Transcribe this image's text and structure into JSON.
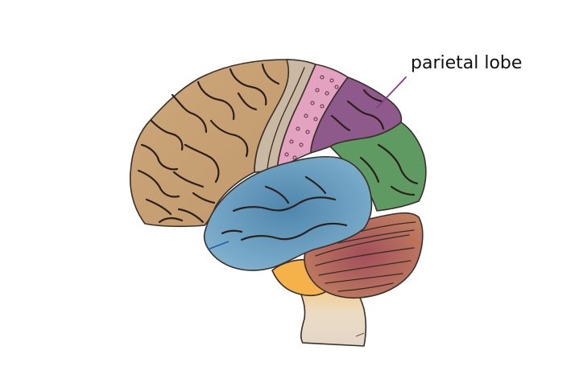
{
  "annotation": {
    "text": "parietal lobe",
    "leader_color": "#8a3a8a"
  },
  "regions": [
    {
      "name": "frontal-lobe",
      "color": "#c9a273"
    },
    {
      "name": "motor-cortex",
      "color": "#c8b8a4"
    },
    {
      "name": "somatosensory-cortex",
      "color": "#e3a3c0"
    },
    {
      "name": "parietal-lobe",
      "color": "#8e5a8c"
    },
    {
      "name": "occipital-lobe",
      "color": "#5f9a63"
    },
    {
      "name": "temporal-lobe",
      "color": "#6f9fbf"
    },
    {
      "name": "cerebellum",
      "color": "#b56a5e"
    },
    {
      "name": "pons",
      "color": "#f5b14a"
    },
    {
      "name": "medulla",
      "color": "#e8dccb"
    }
  ]
}
